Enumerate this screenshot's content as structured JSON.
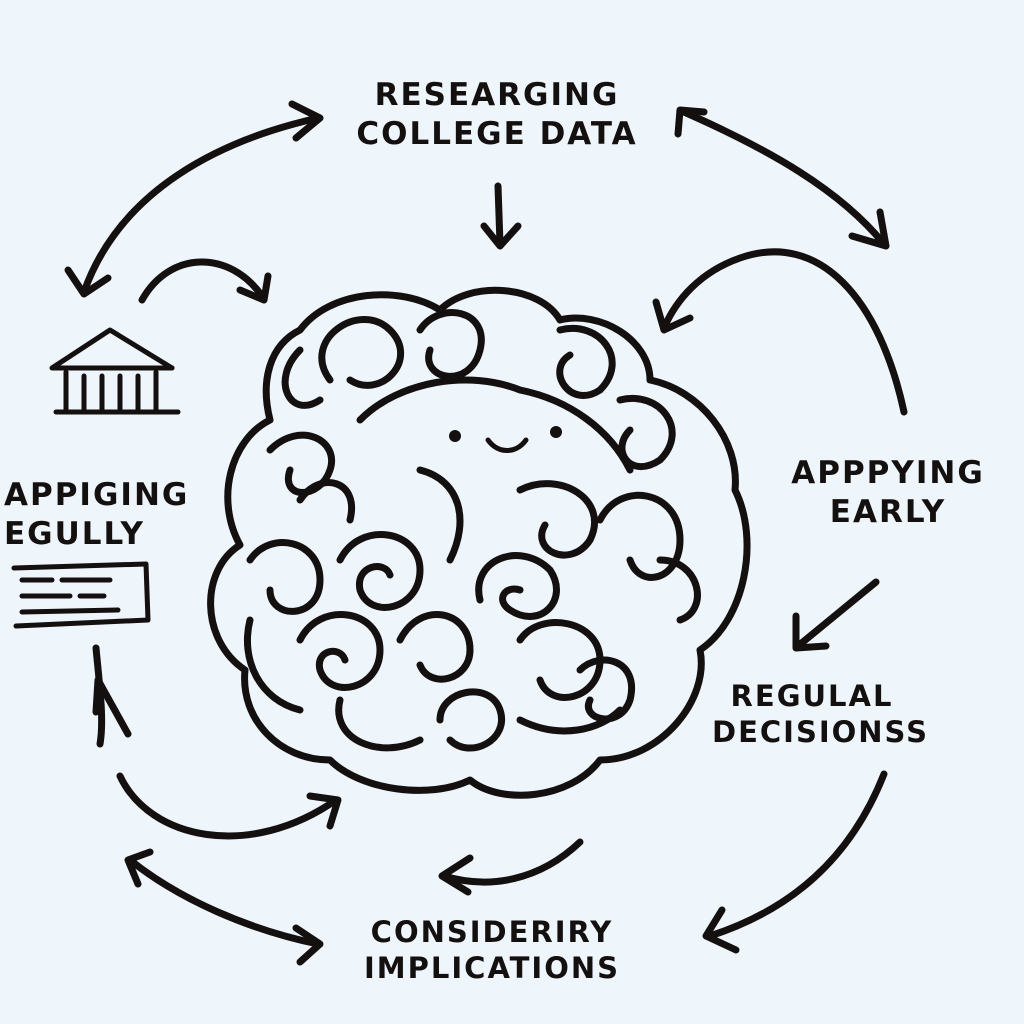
{
  "nodes": {
    "top": {
      "line1": "RESEARGING",
      "line2": "COLLEGE DATA"
    },
    "left": {
      "line1": "APPIGING",
      "line2": "EGULLY"
    },
    "right": {
      "line1": "APPPYING",
      "line2": "EARLY"
    },
    "regular": {
      "line1": "REGULAL",
      "line2": "DECISIONSS"
    },
    "bottom": {
      "line1": "CONSIDERIRY",
      "line2": "IMPLICATIONS"
    }
  },
  "icons": [
    "building-icon",
    "document-icon",
    "smiling-tangle-icon"
  ],
  "colors": {
    "background": "#eef5fb",
    "ink": "#141010"
  }
}
